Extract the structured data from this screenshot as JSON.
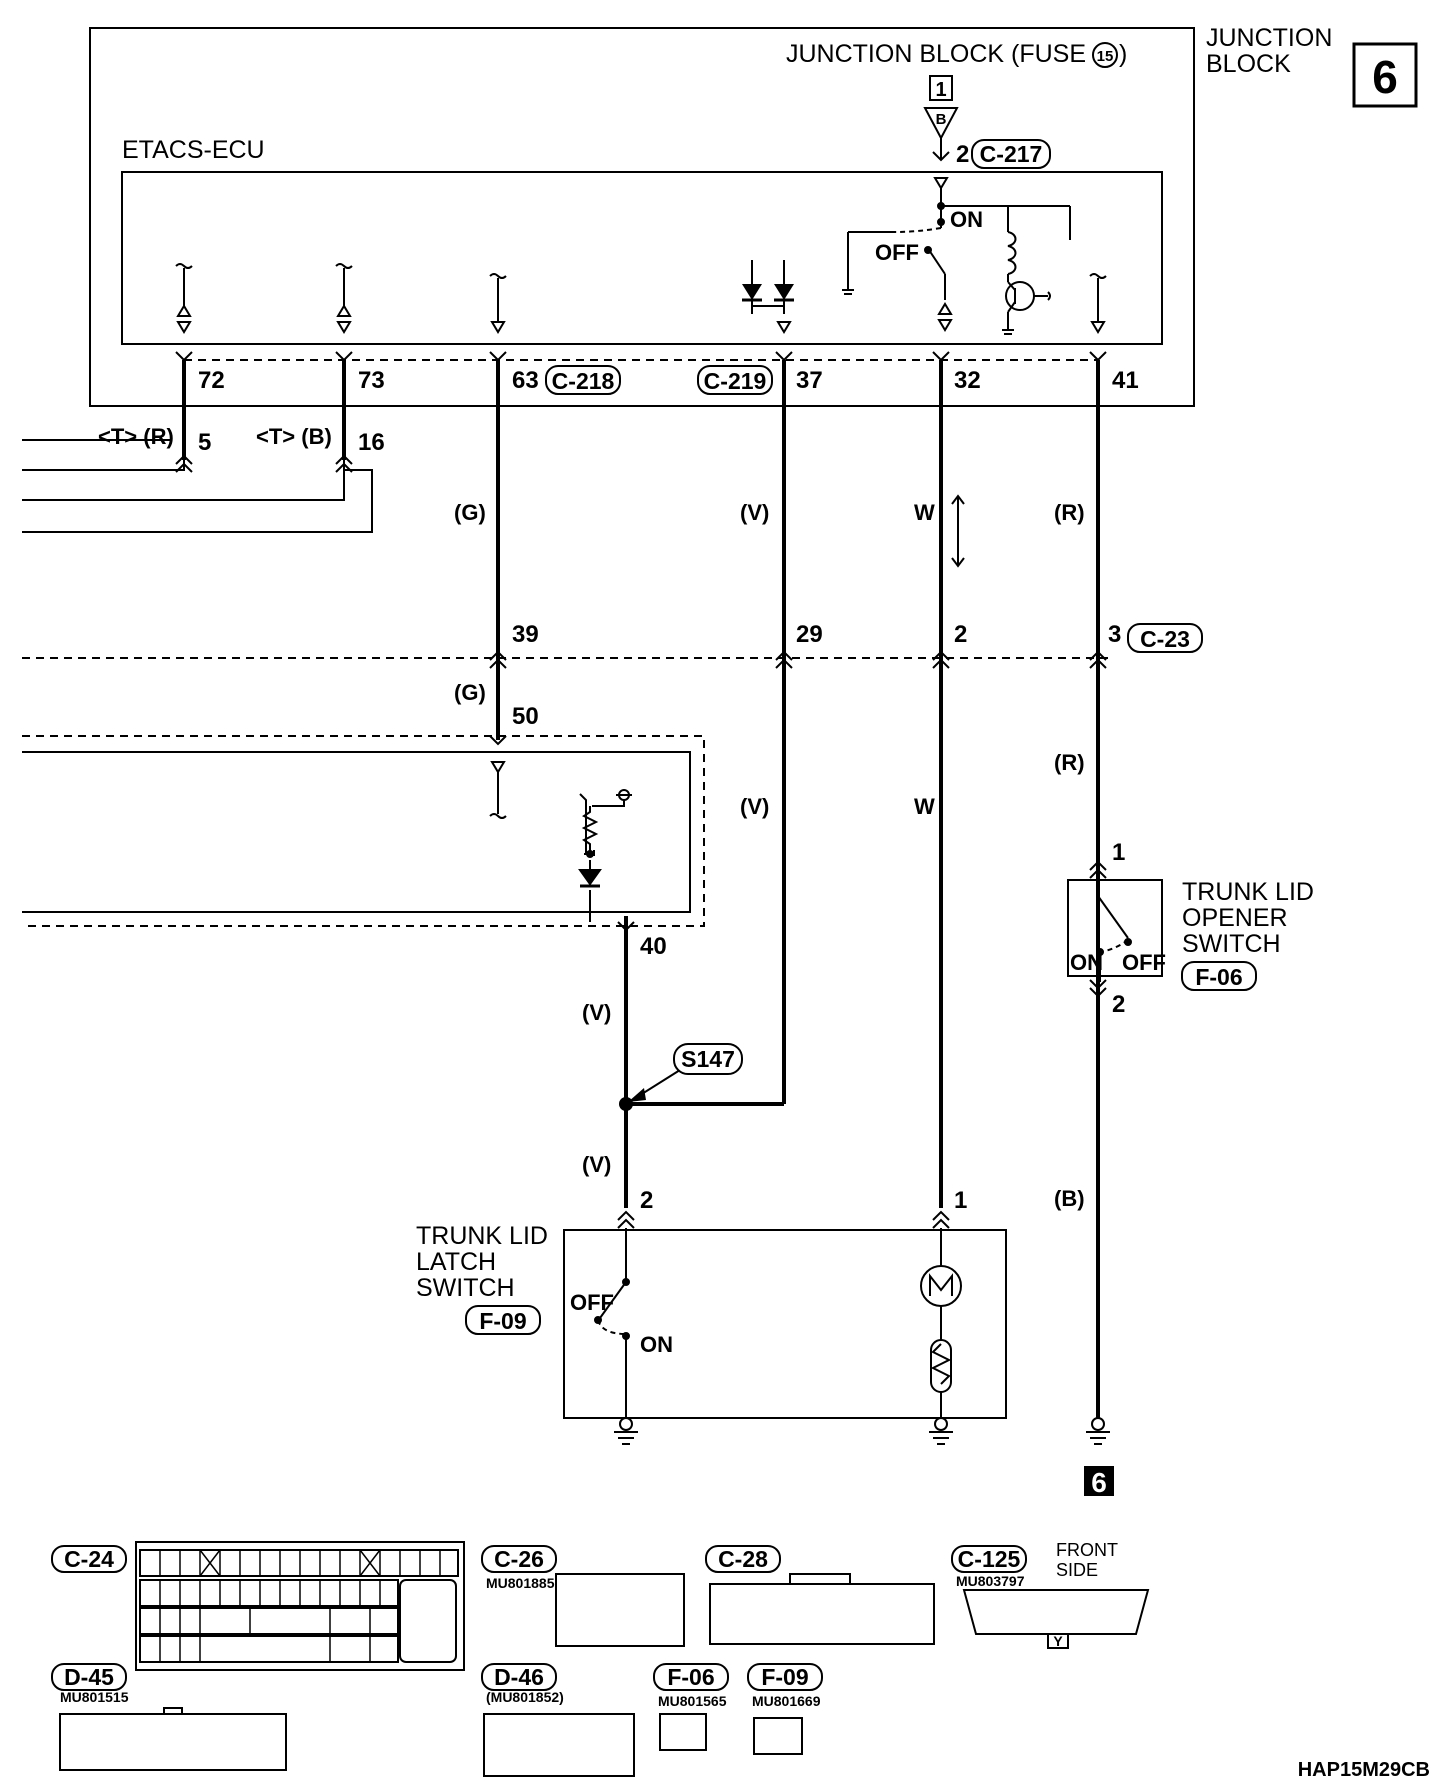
{
  "page_number": "6",
  "junction_block": {
    "title": "JUNCTION BLOCK",
    "fuse_label": "JUNCTION BLOCK (FUSE",
    "fuse_number": "15",
    "source_box": "1",
    "source_arrow": "B"
  },
  "ecu": {
    "name": "ETACS-ECU",
    "switch_on": "ON",
    "switch_off": "OFF"
  },
  "connectors": {
    "c217": "C-217",
    "c218": "C-218",
    "c219": "C-219",
    "c23": "C-23",
    "f06": "F-06",
    "f09": "F-09",
    "splice": "S147"
  },
  "pins": {
    "p72": "72",
    "p73": "73",
    "p63": "63",
    "p37": "37",
    "p32": "32",
    "p41": "41",
    "p5": "5",
    "p16": "16",
    "c217_pin": "2",
    "p39": "39",
    "p29": "29",
    "p2": "2",
    "p3": "3",
    "p50": "50",
    "p40": "40",
    "sw_opener_1": "1",
    "sw_opener_2": "2",
    "latch_2": "2",
    "motor_1": "1"
  },
  "wire_colors": {
    "t_r": "<T> (R)",
    "t_b": "<T> (B)",
    "g1": "(G)",
    "v1": "(V)",
    "w1": "W",
    "r1": "(R)",
    "g2": "(G)",
    "v2": "(V)",
    "w2": "W",
    "r2": "(R)",
    "v3": "(V)",
    "v4": "(V)",
    "b1": "(B)"
  },
  "trunk_opener_switch": {
    "line1": "TRUNK LID",
    "line2": "OPENER",
    "line3": "SWITCH",
    "on": "ON",
    "off": "OFF"
  },
  "trunk_latch_switch": {
    "line1": "TRUNK LID",
    "line2": "LATCH",
    "line3": "SWITCH",
    "on": "ON",
    "off": "OFF"
  },
  "ground_ref": "6",
  "connector_views": {
    "c24": "C-24",
    "c26": "C-26",
    "c28": "C-28",
    "c125": "C-125",
    "d45": "D-45",
    "d46": "D-46",
    "f06": "F-06",
    "f09": "F-09",
    "c26_part": "MU801885",
    "c125_part": "MU803797",
    "d45_part": "MU801515",
    "d46_part": "(MU801852)",
    "f06_part": "MU801565",
    "f09_part": "MU801669",
    "front_side_1": "FRONT",
    "front_side_2": "SIDE",
    "c125_key": "Y"
  },
  "drawing_code": "HAP15M29CB"
}
